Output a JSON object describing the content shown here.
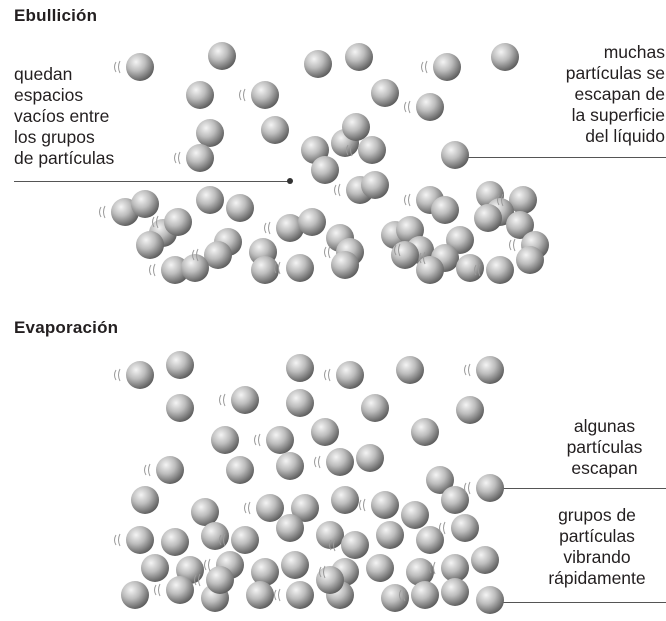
{
  "sections": [
    {
      "title": "Ebullición",
      "callouts": [
        {
          "id": "left",
          "text": "quedan\nespacios\nvacíos entre\nlos grupos\nde partículas"
        },
        {
          "id": "right",
          "text": "muchas\npartículas se\nescapan de\nla superficie\ndel líquido"
        }
      ]
    },
    {
      "title": "Evaporación",
      "callouts": [
        {
          "id": "top",
          "text": "algunas\npartículas\nescapan"
        },
        {
          "id": "bottom",
          "text": "grupos de\npartículas\nvibrando\nrápidamente"
        }
      ]
    }
  ],
  "colors": {
    "text": "#231f20",
    "particle_light": "#f4f4f4",
    "particle_mid": "#b7b7b7",
    "particle_dark": "#5a5a5a",
    "leader_line": "#555555"
  }
}
